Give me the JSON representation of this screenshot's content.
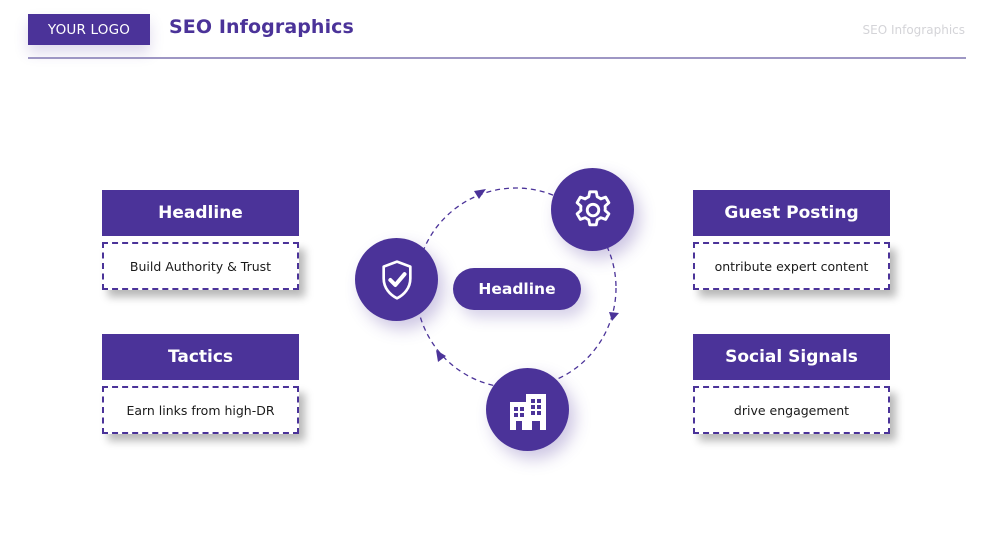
{
  "header": {
    "logo_label": "YOUR LOGO",
    "title": "SEO Infographics",
    "title_right": "SEO Infographics"
  },
  "colors": {
    "primary": "#4b3399",
    "divider": "#9e97c4",
    "muted_text": "#d4d4d8"
  },
  "cards": [
    {
      "heading": "Headline",
      "text": "Build Authority & Trust"
    },
    {
      "heading": "Tactics",
      "text": "Earn links from high-DR"
    },
    {
      "heading": "Guest Posting",
      "text": "ontribute expert content"
    },
    {
      "heading": "Social Signals",
      "text": "drive engagement"
    }
  ],
  "cycle": {
    "center_label": "Headline",
    "nodes": [
      {
        "icon": "gear-icon"
      },
      {
        "icon": "shield-check-icon"
      },
      {
        "icon": "building-icon"
      }
    ]
  }
}
